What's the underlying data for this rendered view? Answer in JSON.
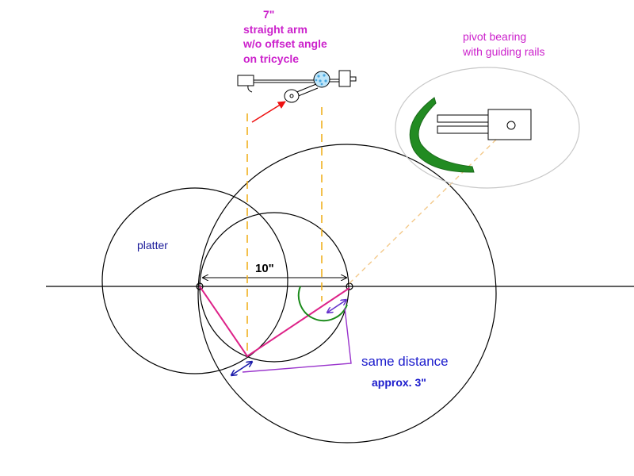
{
  "labels": {
    "arm_length": "7\"",
    "arm_line1": "straight arm",
    "arm_line2": "w/o offset angle",
    "arm_line3": "on tricycle",
    "pivot_line1": "pivot bearing",
    "pivot_line2": "with guiding rails",
    "platter": "platter",
    "distance": "10\"",
    "same_distance": "same distance",
    "approx": "approx. 3\""
  },
  "colors": {
    "magenta_text": "#cc22cc",
    "navy_text": "#1a1a99",
    "blue_text": "#1a1acc",
    "red_arrow": "#ee1111",
    "guide_dashes": "#f0b020",
    "guide_dashes_light": "#f3c98a",
    "arm_line": "#dd2288",
    "arc_green": "#1a8a1a",
    "bearing_green": "#228b22",
    "bracket_violet": "#9933cc",
    "arrow_blue": "#1a1aaa",
    "bubble_outline": "#c8c8c8",
    "bearing_dots": "#4aa8e0"
  }
}
